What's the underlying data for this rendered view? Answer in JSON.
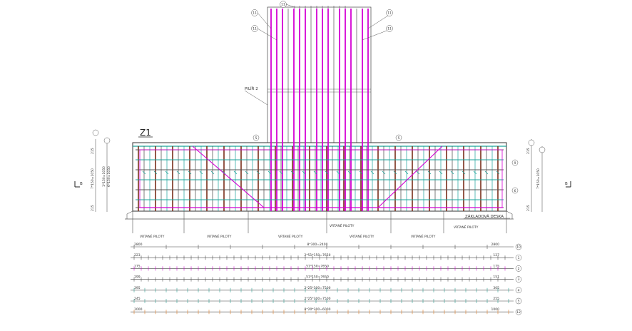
{
  "title": "Z1",
  "pier_label": "PILÍŘ 2",
  "slab_label": "ZÁKLADOVÁ DESKA",
  "pile_label": "VRTANÉ PILOTY",
  "section_left": "B",
  "section_right": "B",
  "top_bubbles": [
    "11",
    "11",
    "11",
    "11",
    "11"
  ],
  "slab_bubbles": [
    "5",
    "5",
    "9",
    "6"
  ],
  "left_dims": [
    "215",
    "7*150=1050",
    "215"
  ],
  "left_dims_inner": [
    "1*150=1050",
    "6*150=1050"
  ],
  "right_dims": [
    "215",
    "7*150=1050",
    "215"
  ],
  "bar_rows": [
    {
      "id": "10",
      "left": "2800",
      "middle": "8*300=2400",
      "right": "2800",
      "color": "#555555"
    },
    {
      "id": "1",
      "left": "223",
      "middle": "2*51*150=7650",
      "right": "127",
      "color": "#555555"
    },
    {
      "id": "2",
      "left": "175",
      "middle": "51*150=7650",
      "right": "175",
      "color": "#cc00cc"
    },
    {
      "id": "3",
      "left": "199",
      "middle": "51*150=7650",
      "right": "151",
      "color": "#555555"
    },
    {
      "id": "4",
      "left": "395",
      "middle": "2*25*300=7500",
      "right": "305",
      "color": "#2a9d8f"
    },
    {
      "id": "5",
      "left": "245",
      "middle": "2*25*300=7500",
      "right": "255",
      "color": "#2a9d8f"
    },
    {
      "id": "12",
      "left": "1000",
      "middle": "8*20*300=6000",
      "right": "1000",
      "color": "#e07a1f"
    }
  ],
  "colors": {
    "magenta": "#d400d4",
    "brown": "#7a2e1a",
    "teal": "#1aa39a",
    "line": "#555555"
  }
}
